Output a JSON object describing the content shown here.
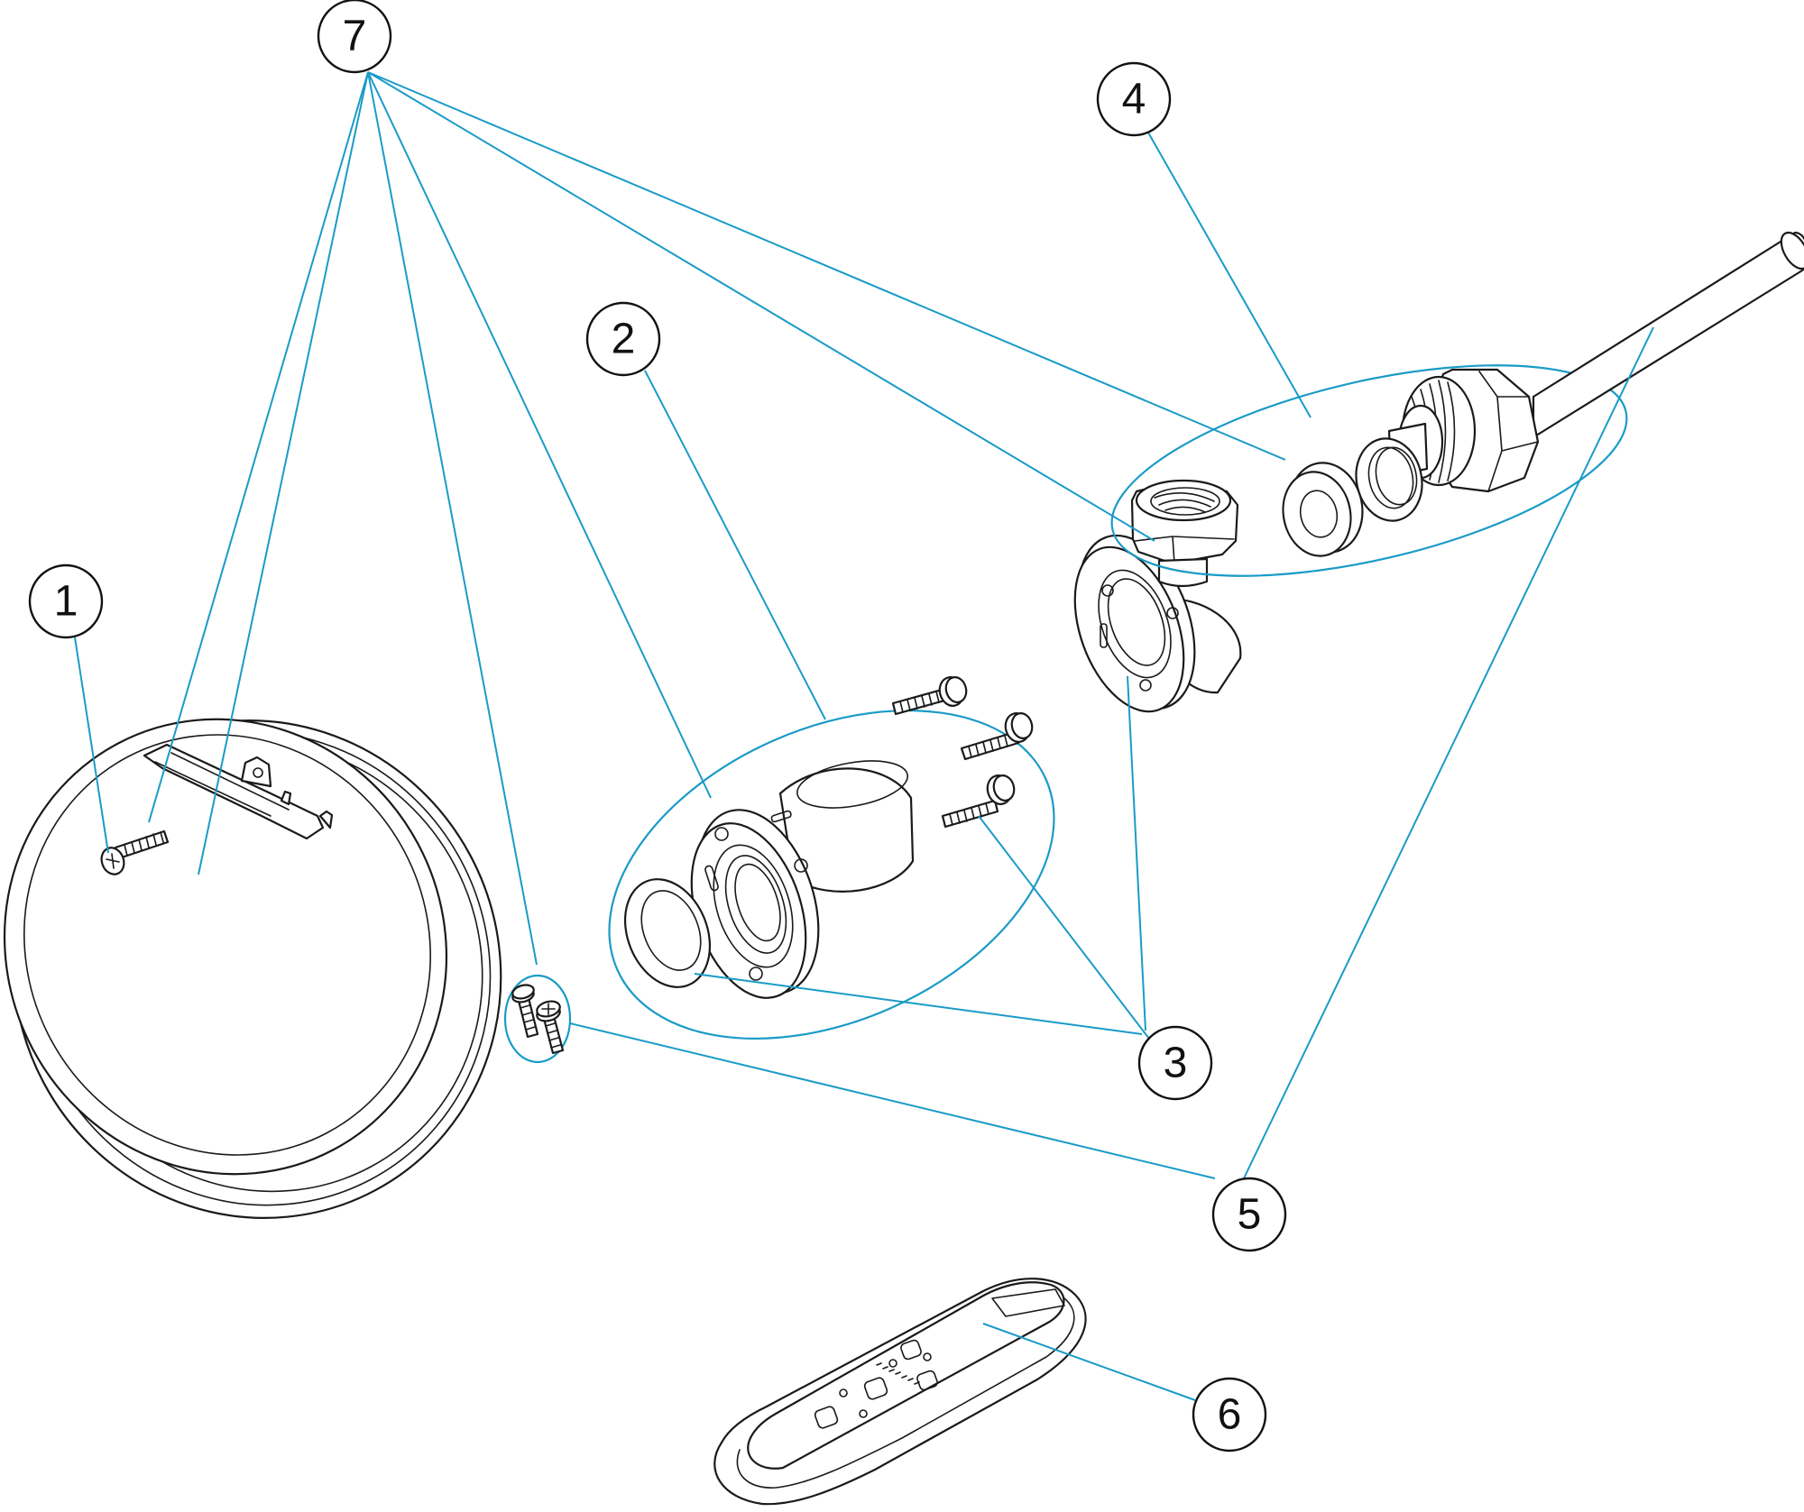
{
  "diagram": {
    "leader_color": "#1a9bc7",
    "callouts": [
      {
        "id": "1",
        "label": "1"
      },
      {
        "id": "2",
        "label": "2"
      },
      {
        "id": "3",
        "label": "3"
      },
      {
        "id": "4",
        "label": "4"
      },
      {
        "id": "5",
        "label": "5"
      },
      {
        "id": "6",
        "label": "6"
      },
      {
        "id": "7",
        "label": "7"
      }
    ],
    "parts": [
      {
        "id": "lamp-body",
        "icon": "round-luminaire-icon"
      },
      {
        "id": "fixing-ring",
        "icon": "ring-flange-icon"
      },
      {
        "id": "nut-flange",
        "icon": "nut-flange-icon"
      },
      {
        "id": "cable-gland",
        "icon": "cable-gland-icon"
      },
      {
        "id": "screw-pair",
        "icon": "screw-pair-icon"
      },
      {
        "id": "remote-control",
        "icon": "remote-control-icon"
      }
    ]
  }
}
